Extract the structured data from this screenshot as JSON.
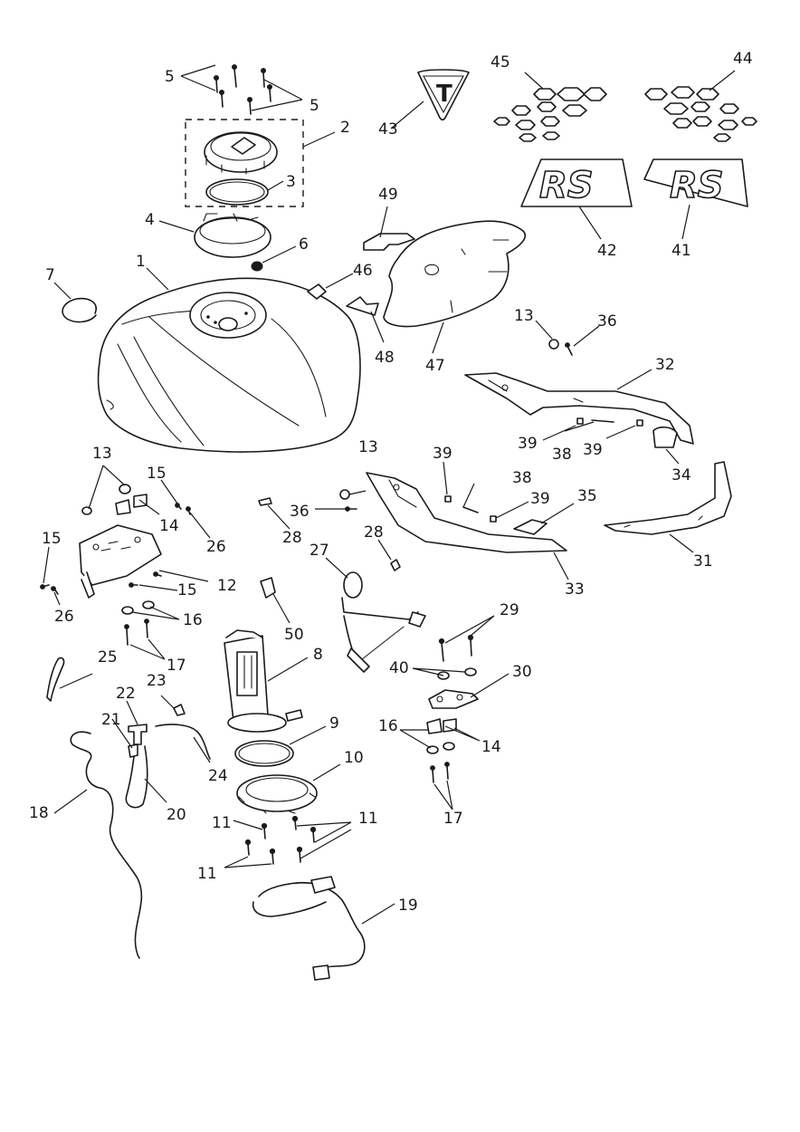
{
  "diagram": {
    "type": "exploded-parts-diagram",
    "callouts": {
      "c1": "1",
      "c2": "2",
      "c3": "3",
      "c4": "4",
      "c5a": "5",
      "c5b": "5",
      "c6": "6",
      "c7": "7",
      "c8": "8",
      "c9": "9",
      "c10": "10",
      "c11a": "11",
      "c11b": "11",
      "c11c": "11",
      "c12": "12",
      "c13a": "13",
      "c13b": "13",
      "c13c": "13",
      "c14a": "14",
      "c14b": "14",
      "c15a": "15",
      "c15b": "15",
      "c15c": "15",
      "c16a": "16",
      "c16b": "16",
      "c17a": "17",
      "c17b": "17",
      "c18": "18",
      "c19": "19",
      "c20": "20",
      "c21": "21",
      "c22": "22",
      "c23": "23",
      "c24": "24",
      "c25": "25",
      "c26a": "26",
      "c26b": "26",
      "c27": "27",
      "c28a": "28",
      "c28b": "28",
      "c29": "29",
      "c30": "30",
      "c31": "31",
      "c32": "32",
      "c33": "33",
      "c34": "34",
      "c35": "35",
      "c36a": "36",
      "c36b": "36",
      "c38a": "38",
      "c38b": "38",
      "c39a": "39",
      "c39b": "39",
      "c39c": "39",
      "c39d": "39",
      "c40": "40",
      "c41": "41",
      "c42": "42",
      "c43": "43",
      "c44": "44",
      "c45": "45",
      "c46": "46",
      "c47": "47",
      "c48": "48",
      "c49": "49",
      "c50": "50"
    },
    "decals": {
      "logo_letter": "T",
      "badge_left": "RS",
      "badge_right": "RS"
    }
  }
}
